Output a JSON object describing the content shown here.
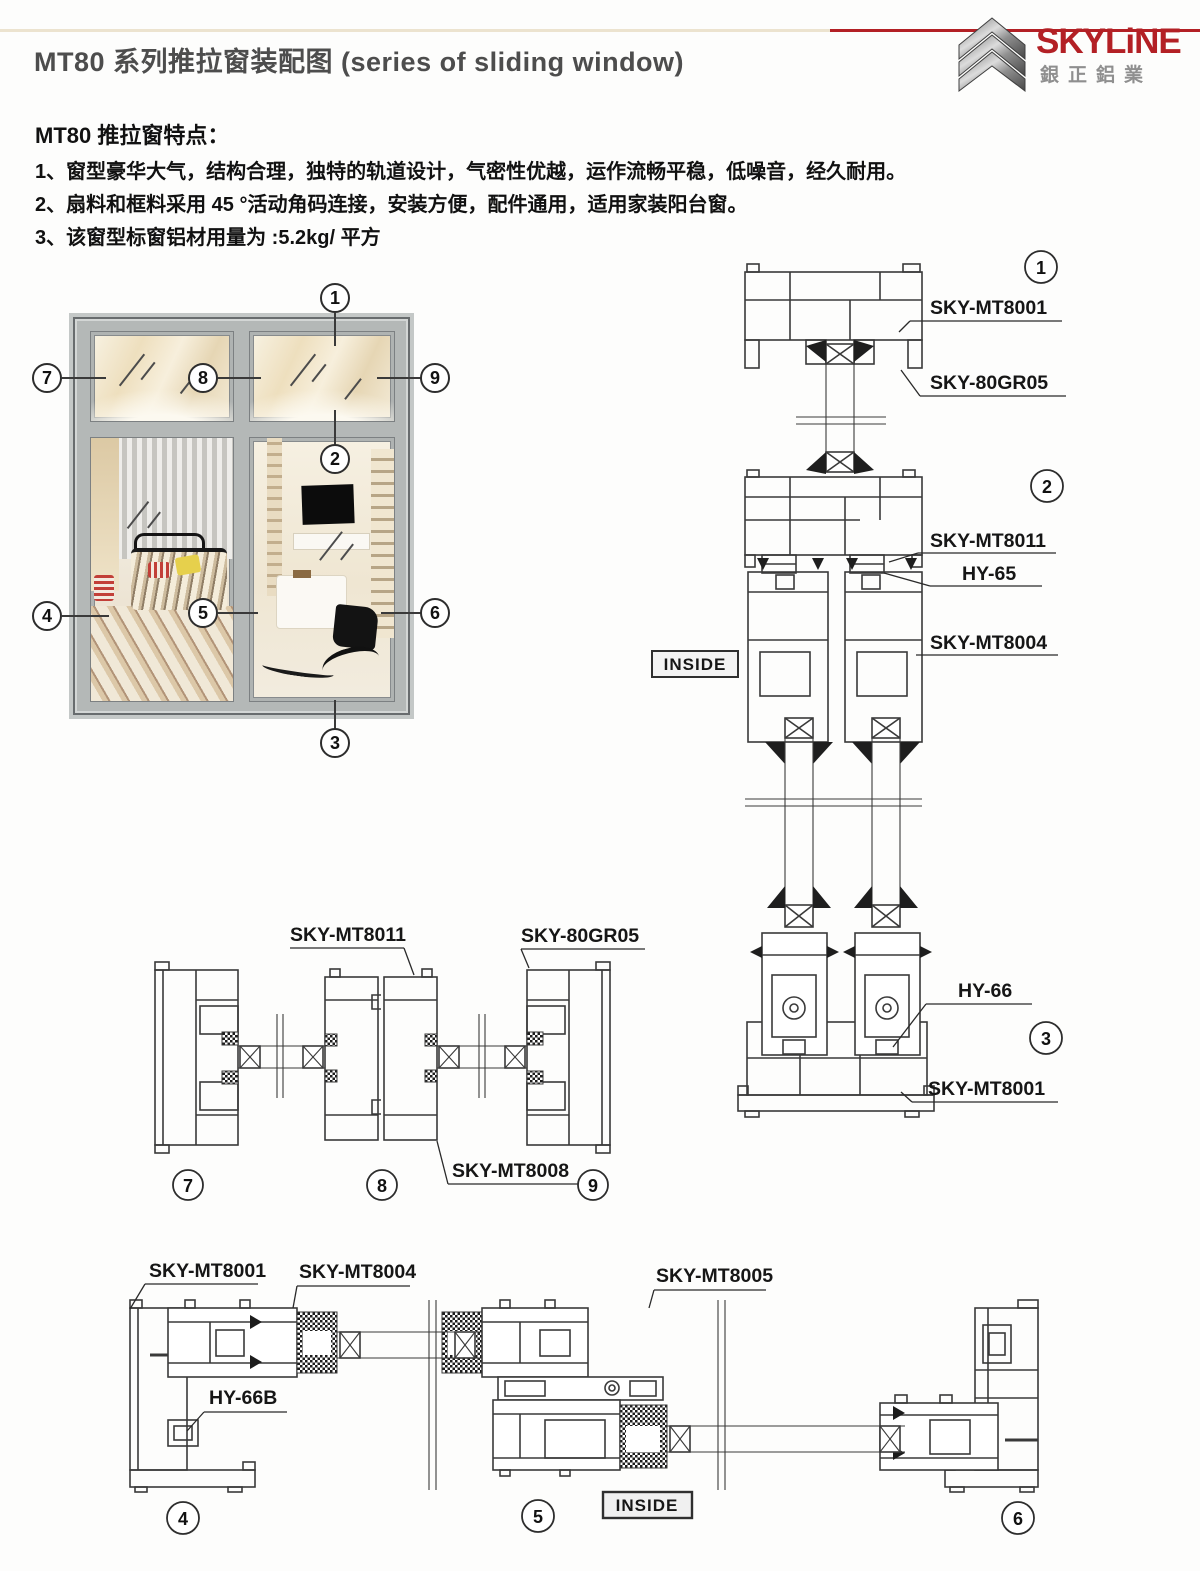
{
  "header": {
    "title": "MT80 系列推拉窗装配图 (series of sliding window)",
    "brand": "SKYLiNE",
    "brand_sub": "銀正鋁業"
  },
  "features": {
    "heading": "MT80 推拉窗特点：",
    "items": [
      "1、窗型豪华大气，结构合理，独特的轨道设计，气密性优越，运作流畅平稳，低噪音，经久耐用。",
      "2、扇料和框料采用 45 °活动角码连接，安装方便，配件通用，适用家装阳台窗。",
      "3、该窗型标窗铝材用量为 :5.2kg/ 平方"
    ]
  },
  "figure": {
    "callouts": {
      "c1": "1",
      "c2": "2",
      "c3": "3",
      "c4": "4",
      "c5": "5",
      "c6": "6",
      "c7": "7",
      "c8": "8",
      "c9": "9"
    }
  },
  "vsec": {
    "c1": "1",
    "c2": "2",
    "c3": "3",
    "mt8001_top": "SKY-MT8001",
    "gr05": "SKY-80GR05",
    "mt8011": "SKY-MT8011",
    "hy65": "HY-65",
    "mt8004": "SKY-MT8004",
    "hy66": "HY-66",
    "mt8001_bottom": "SKY-MT8001",
    "inside": "INSIDE"
  },
  "msec": {
    "c7": "7",
    "c8": "8",
    "c9": "9",
    "mt8011": "SKY-MT8011",
    "gr05": "SKY-80GR05",
    "mt8008": "SKY-MT8008"
  },
  "bsec": {
    "c4": "4",
    "c5": "5",
    "c6": "6",
    "mt8001": "SKY-MT8001",
    "mt8004": "SKY-MT8004",
    "mt8005": "SKY-MT8005",
    "hy66b": "HY-66B",
    "inside": "INSIDE"
  },
  "colors": {
    "accent_red": "#b32025",
    "rule_cream": "#ece3cf",
    "drawing_line": "#3a3a3a"
  }
}
